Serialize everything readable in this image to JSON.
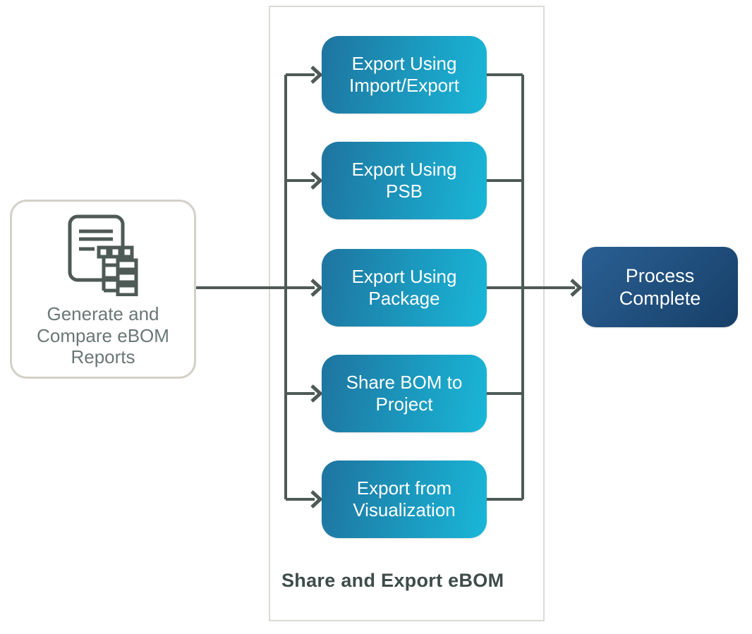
{
  "diagram": {
    "start_node": {
      "label": "Generate and\nCompare eBOM\nReports"
    },
    "group": {
      "label": "Share and Export eBOM",
      "nodes": [
        {
          "label": "Export Using\nImport/Export"
        },
        {
          "label": "Export Using\nPSB"
        },
        {
          "label": "Export Using\nPackage"
        },
        {
          "label": "Share BOM to\nProject"
        },
        {
          "label": "Export from\nVisualization"
        }
      ]
    },
    "end_node": {
      "label": "Process\nComplete"
    }
  },
  "icons": {
    "start_icon": "document-with-bom-tree-icon"
  },
  "colors": {
    "task_gradient_start": "#1e749f",
    "task_gradient_end": "#19b7d8",
    "end_gradient_start": "#2a6094",
    "end_gradient_end": "#173f68",
    "connector": "#4e5a56",
    "group_border": "#dbdad5",
    "start_border": "#d3d1c7",
    "start_text": "#6b7776",
    "group_label_text": "#3e4c4a",
    "node_text": "#ffffff"
  }
}
